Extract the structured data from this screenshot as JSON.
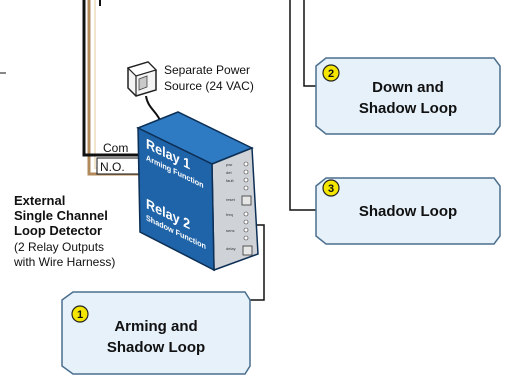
{
  "power_source": {
    "line1": "Separate Power",
    "line2": "Source (24 VAC)"
  },
  "wire_labels": {
    "com": "Com",
    "no": "N.O."
  },
  "detector": {
    "title_lines": [
      "External",
      "Single Channel",
      "Loop Detector"
    ],
    "note_lines": [
      "(2 Relay Outputs",
      "with Wire Harness)"
    ],
    "relay1_title": "Relay 1",
    "relay1_sub": "Arming Function",
    "relay2_title": "Relay 2",
    "relay2_sub": "Shadow Function"
  },
  "loops": [
    {
      "number": "1",
      "lines": [
        "Arming and",
        "Shadow Loop"
      ]
    },
    {
      "number": "2",
      "lines": [
        "Down and",
        "Shadow Loop"
      ]
    },
    {
      "number": "3",
      "lines": [
        "Shadow Loop"
      ]
    }
  ],
  "colors": {
    "box_fill": "#e6f1fa",
    "box_stroke": "#4b6f8e",
    "badge_fill": "#f5e600",
    "detector_front": "#1f63a8",
    "detector_top": "#2e7bc4",
    "detector_side": "#cfd3d7",
    "tan_wire": "#b28a5a"
  },
  "icons": [
    "power-adapter-icon",
    "led-indicator-icon",
    "reset-button-icon"
  ]
}
